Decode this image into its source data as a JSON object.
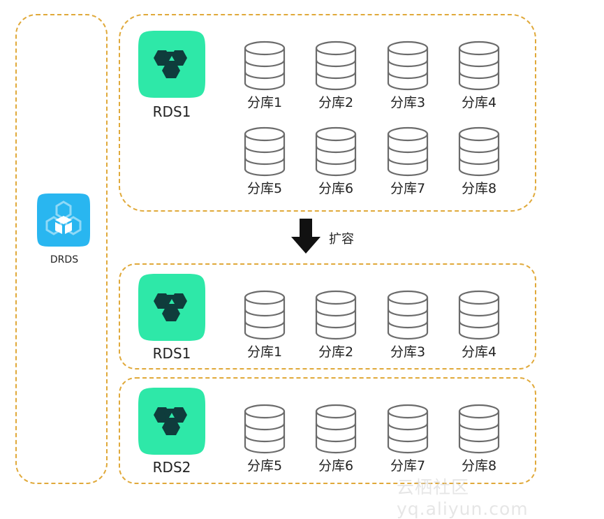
{
  "colors": {
    "dashed_border": "#e0a93a",
    "rds_icon_bg": "#2ee8a8",
    "rds_icon_fg": "#0f3c3c",
    "drds_icon_bg": "#29b6f0",
    "drds_icon_fg": "#ffffff",
    "db_stroke": "#6b6b6b",
    "arrow": "#111111"
  },
  "drds": {
    "label": "DRDS",
    "icon": "drds-icon"
  },
  "expand": {
    "label": "扩容",
    "icon": "arrow-down-icon"
  },
  "before": {
    "rds": {
      "label": "RDS1",
      "icon": "rds-icon"
    },
    "shards": [
      {
        "label": "分库1"
      },
      {
        "label": "分库2"
      },
      {
        "label": "分库3"
      },
      {
        "label": "分库4"
      },
      {
        "label": "分库5"
      },
      {
        "label": "分库6"
      },
      {
        "label": "分库7"
      },
      {
        "label": "分库8"
      }
    ]
  },
  "after": [
    {
      "rds": {
        "label": "RDS1",
        "icon": "rds-icon"
      },
      "shards": [
        {
          "label": "分库1"
        },
        {
          "label": "分库2"
        },
        {
          "label": "分库3"
        },
        {
          "label": "分库4"
        }
      ]
    },
    {
      "rds": {
        "label": "RDS2",
        "icon": "rds-icon"
      },
      "shards": [
        {
          "label": "分库5"
        },
        {
          "label": "分库6"
        },
        {
          "label": "分库7"
        },
        {
          "label": "分库8"
        }
      ]
    }
  ],
  "watermark": "云栖社区 yq.aliyun.com"
}
